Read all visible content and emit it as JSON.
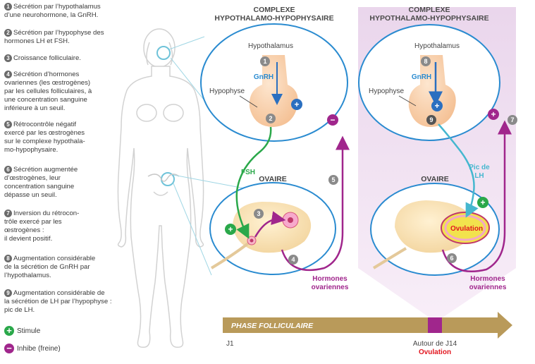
{
  "legend": [
    {
      "n": "1",
      "lines": [
        "Sécrétion par l’hypothalamus",
        "d’une neurohormone, la GnRH."
      ]
    },
    {
      "n": "2",
      "lines": [
        "Sécrétion par l’hypophyse des",
        "hormones LH et FSH."
      ]
    },
    {
      "n": "3",
      "lines": [
        "Croissance folliculaire."
      ]
    },
    {
      "n": "4",
      "lines": [
        "Sécrétion d’hormones",
        "ovariennes (les œstrogènes)",
        "par les cellules folliculaires, à",
        "une concentration sanguine",
        "inférieure à un seuil."
      ]
    },
    {
      "n": "5",
      "lines": [
        "Rétrocontrôle négatif",
        "exercé par les œstrogènes",
        "sur le complexe hypothala-",
        "mo-hypophysaire."
      ]
    },
    {
      "n": "6",
      "lines": [
        "Sécrétion augmentée",
        "d’œstrogènes, leur",
        "concentration sanguine",
        "dépasse un seuil."
      ]
    },
    {
      "n": "7",
      "lines": [
        "Inversion du rétrocon-",
        "trôle exercé par les",
        "œstrogènes :",
        "il devient positif."
      ]
    },
    {
      "n": "8",
      "lines": [
        "Augmentation considérable",
        "de la sécrétion de GnRH par",
        "l’hypothalamus."
      ]
    },
    {
      "n": "9",
      "lines": [
        "Augmentation considérable de",
        "la sécrétion de LH par l’hypophyse :",
        "pic de LH."
      ]
    }
  ],
  "key": {
    "stimule": "Stimule",
    "inhibe": "Inhibe (freine)",
    "plus": "+",
    "minus": "−"
  },
  "panel1": {
    "title1": "COMPLEXE",
    "title2": "HYPOTHALAMO-HYPOPHYSAIRE",
    "hypothalamus": "Hypothalamus",
    "gnrh": "GnRH",
    "hypophyse": "Hypophyse",
    "fsh": "FSH",
    "ovaire": "OVAIRE",
    "hormones1": "Hormones",
    "hormones2": "ovariennes",
    "n1": "1",
    "n2": "2",
    "n3": "3",
    "n4": "4",
    "n5": "5"
  },
  "panel2": {
    "title1": "COMPLEXE",
    "title2": "HYPOTHALAMO-HYPOPHYSAIRE",
    "hypothalamus": "Hypothalamus",
    "gnrh": "GnRH",
    "hypophyse": "Hypophyse",
    "pic1": "Pic de",
    "pic2": "LH",
    "ovaire": "OVAIRE",
    "ovulation": "Ovulation",
    "hormones1": "Hormones",
    "hormones2": "ovariennes",
    "n6": "6",
    "n7": "7",
    "n8": "8",
    "n9": "9"
  },
  "timeline": {
    "phase": "PHASE FOLLICULAIRE",
    "start": "J1",
    "day14": "Autour de J14",
    "ovulation": "Ovulation"
  },
  "colors": {
    "accent_blue": "#2a8bd0",
    "purple": "#a0268c",
    "green": "#2aa84a",
    "gold": "#b99a5a",
    "light_blue": "#45b7cf",
    "red": "#e2161f"
  }
}
